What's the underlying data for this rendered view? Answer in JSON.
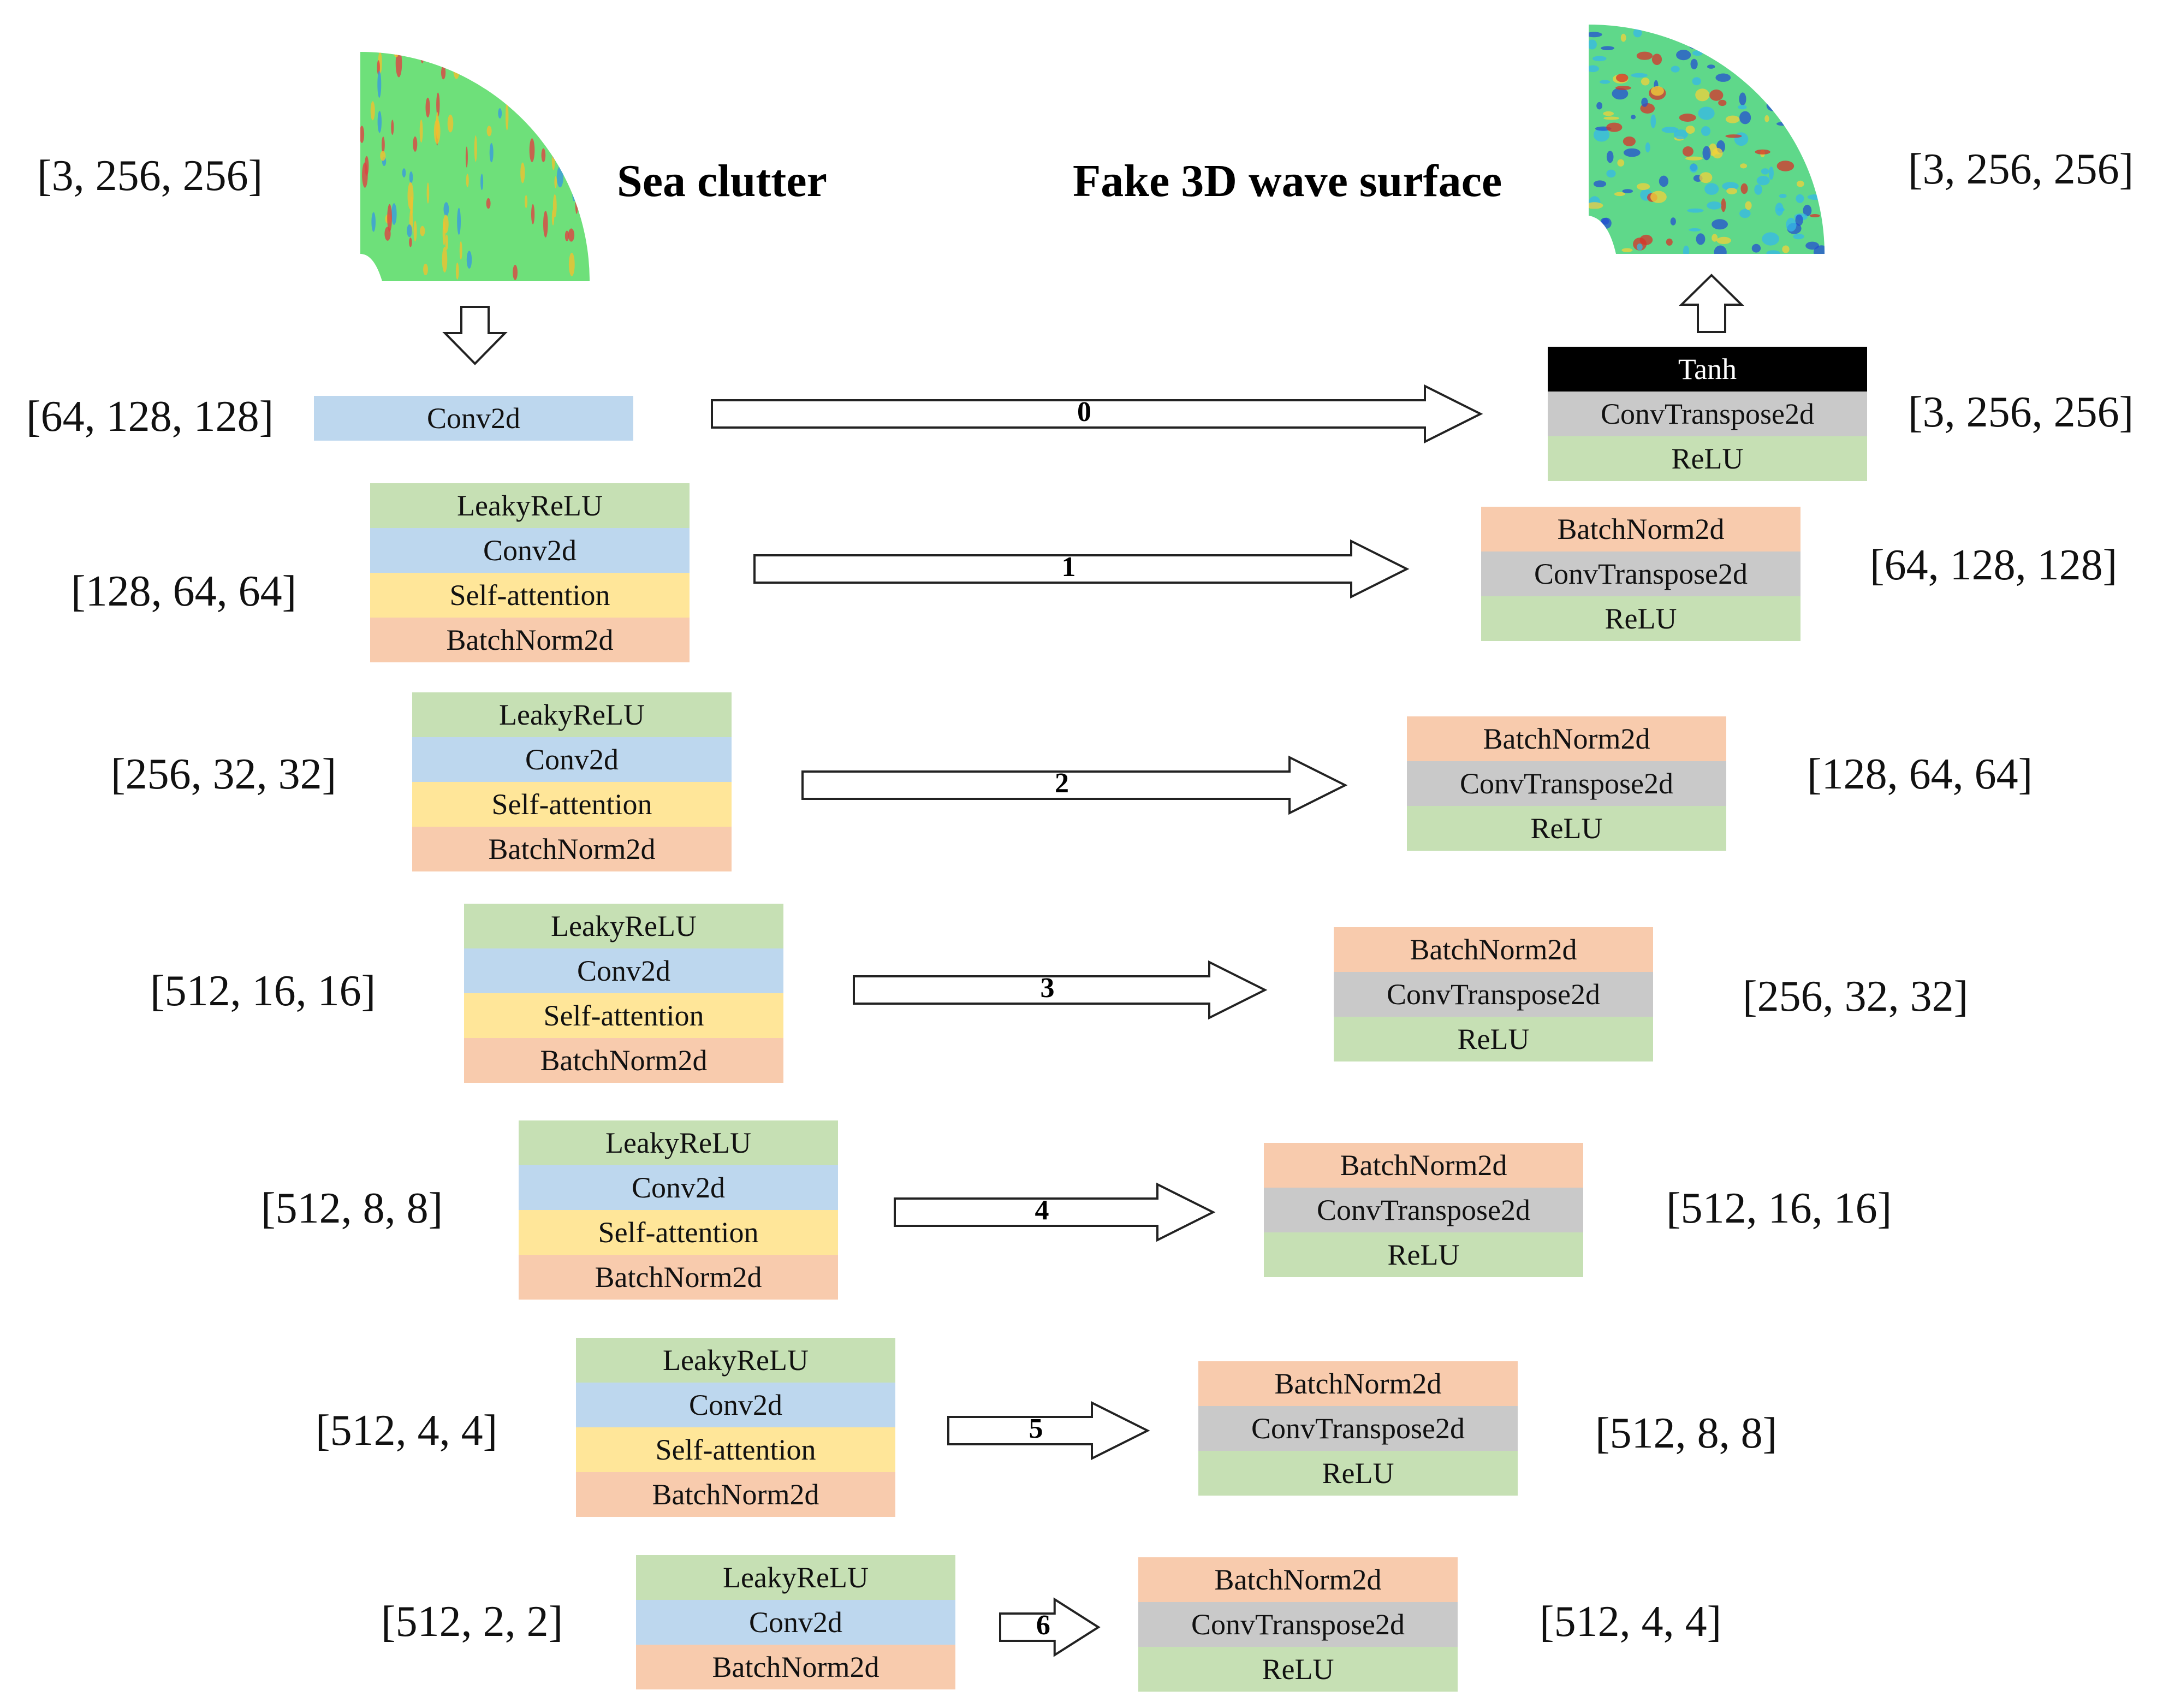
{
  "titles": {
    "input": "Sea clutter",
    "output": "Fake 3D wave surface"
  },
  "colors": {
    "LeakyReLU": "#c6e0b4",
    "ReLU": "#c6e0b4",
    "Conv2d": "#bdd7ee",
    "Self-attention": "#ffe699",
    "BatchNorm2d": "#f8cbad",
    "ConvTranspose2d": "#c9c9c9",
    "Tanh": "#000000",
    "Tanh_text": "#ffffff"
  },
  "input_image": {
    "dim": "[3, 256, 256]"
  },
  "output_image": {
    "dim": "[3, 256, 256]"
  },
  "encoder": [
    {
      "dim": "[64, 128, 128]",
      "layers": [
        "Conv2d"
      ]
    },
    {
      "dim": "[128, 64, 64]",
      "layers": [
        "LeakyReLU",
        "Conv2d",
        "Self-attention",
        "BatchNorm2d"
      ]
    },
    {
      "dim": "[256, 32, 32]",
      "layers": [
        "LeakyReLU",
        "Conv2d",
        "Self-attention",
        "BatchNorm2d"
      ]
    },
    {
      "dim": "[512, 16, 16]",
      "layers": [
        "LeakyReLU",
        "Conv2d",
        "Self-attention",
        "BatchNorm2d"
      ]
    },
    {
      "dim": "[512, 8, 8]",
      "layers": [
        "LeakyReLU",
        "Conv2d",
        "Self-attention",
        "BatchNorm2d"
      ]
    },
    {
      "dim": "[512, 4, 4]",
      "layers": [
        "LeakyReLU",
        "Conv2d",
        "Self-attention",
        "BatchNorm2d"
      ]
    },
    {
      "dim": "[512, 2, 2]",
      "layers": [
        "LeakyReLU",
        "Conv2d",
        "BatchNorm2d"
      ]
    }
  ],
  "decoder": [
    {
      "dim": "[3, 256, 256]",
      "layers": [
        "Tanh",
        "ConvTranspose2d",
        "ReLU"
      ]
    },
    {
      "dim": "[64, 128, 128]",
      "layers": [
        "BatchNorm2d",
        "ConvTranspose2d",
        "ReLU"
      ]
    },
    {
      "dim": "[128, 64, 64]",
      "layers": [
        "BatchNorm2d",
        "ConvTranspose2d",
        "ReLU"
      ]
    },
    {
      "dim": "[256, 32, 32]",
      "layers": [
        "BatchNorm2d",
        "ConvTranspose2d",
        "ReLU"
      ]
    },
    {
      "dim": "[512, 16, 16]",
      "layers": [
        "BatchNorm2d",
        "ConvTranspose2d",
        "ReLU"
      ]
    },
    {
      "dim": "[512, 8, 8]",
      "layers": [
        "BatchNorm2d",
        "ConvTranspose2d",
        "ReLU"
      ]
    },
    {
      "dim": "[512, 4, 4]",
      "layers": [
        "BatchNorm2d",
        "ConvTranspose2d",
        "ReLU"
      ]
    }
  ],
  "skip_connections": [
    "0",
    "1",
    "2",
    "3",
    "4",
    "5",
    "6"
  ]
}
